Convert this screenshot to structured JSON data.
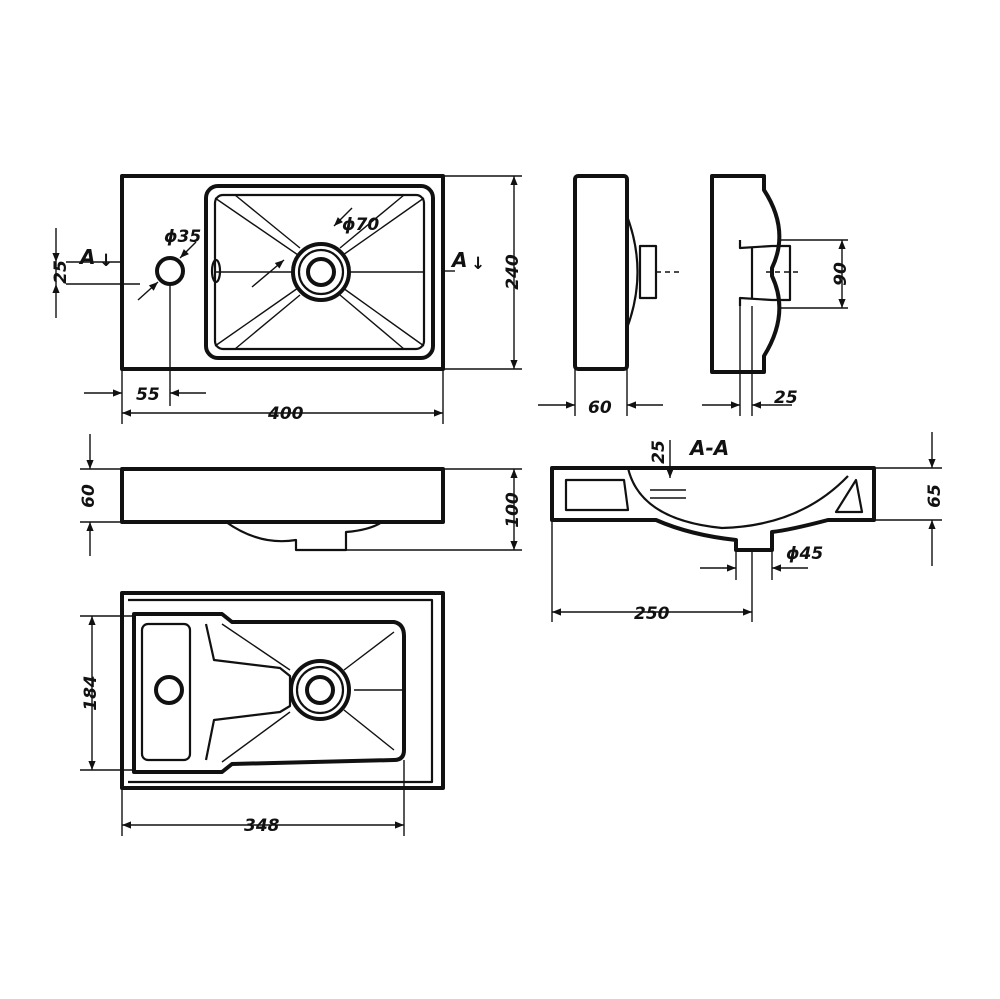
{
  "dimensions": {
    "top_hole_offset": "25",
    "tap_hole_diameter": "ϕ35",
    "drain_diameter": "ϕ70",
    "tap_offset_x": "55",
    "overall_length": "400",
    "overall_width": "240",
    "side_depth": "60",
    "drain_height": "90",
    "rear_wall": "25",
    "front_height": "60",
    "total_height": "100",
    "section_top": "25",
    "section_height": "65",
    "outlet_diameter": "ϕ45",
    "drain_distance": "250",
    "bowl_width": "184",
    "bowl_length": "348"
  },
  "labels": {
    "section_mark_left": "A",
    "section_mark_right": "A",
    "section_title": "A-A"
  }
}
